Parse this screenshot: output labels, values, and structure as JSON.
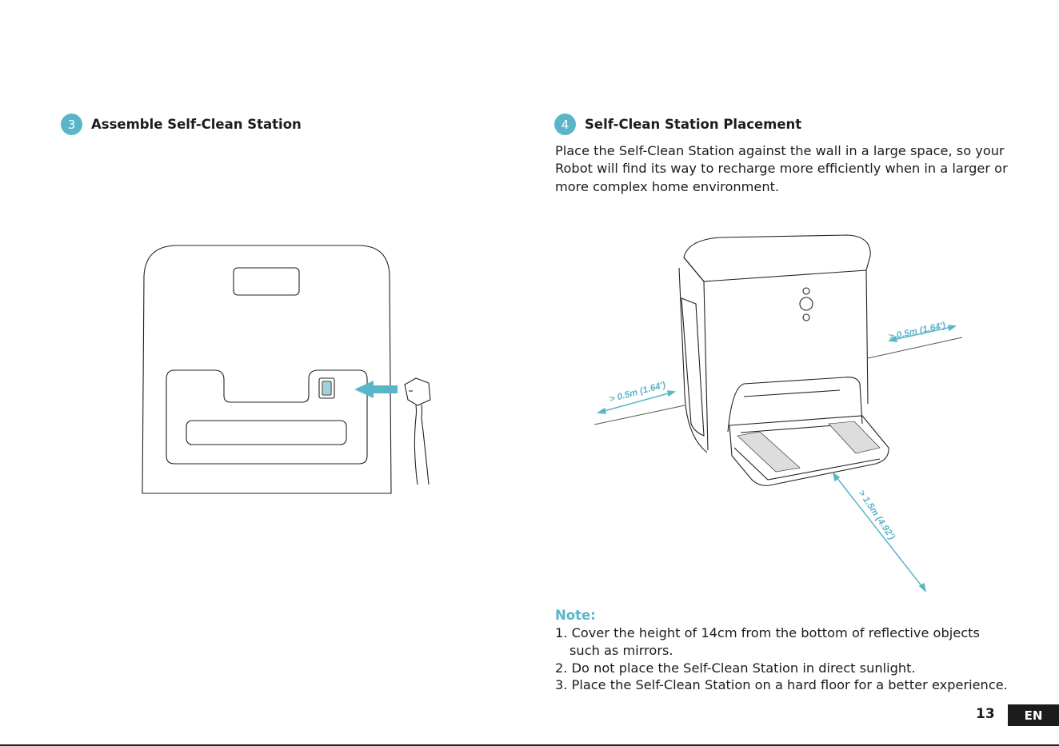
{
  "accent": "#5ab5c8",
  "steps": [
    {
      "number": "3",
      "title": "Assemble Self-Clean Station"
    },
    {
      "number": "4",
      "title": "Self-Clean Station Placement"
    }
  ],
  "placement": {
    "intro": "Place the Self-Clean Station against the wall in a large space, so your Robot will find its way to recharge more efficiently when in a larger or more complex home environment.",
    "dimensions": {
      "left": "> 0.5m (1.64')",
      "right": "> 0.5m (1.64')",
      "front": "> 1.5m (4.92')"
    }
  },
  "note": {
    "title": "Note:",
    "items": [
      "1. Cover the height of 14cm from the bottom of reflective objects such as mirrors.",
      "2. Do not place the Self-Clean Station in direct sunlight.",
      "3. Place the Self-Clean Station on a hard floor for a better experience."
    ]
  },
  "footer": {
    "page_number": "13",
    "language": "EN"
  }
}
